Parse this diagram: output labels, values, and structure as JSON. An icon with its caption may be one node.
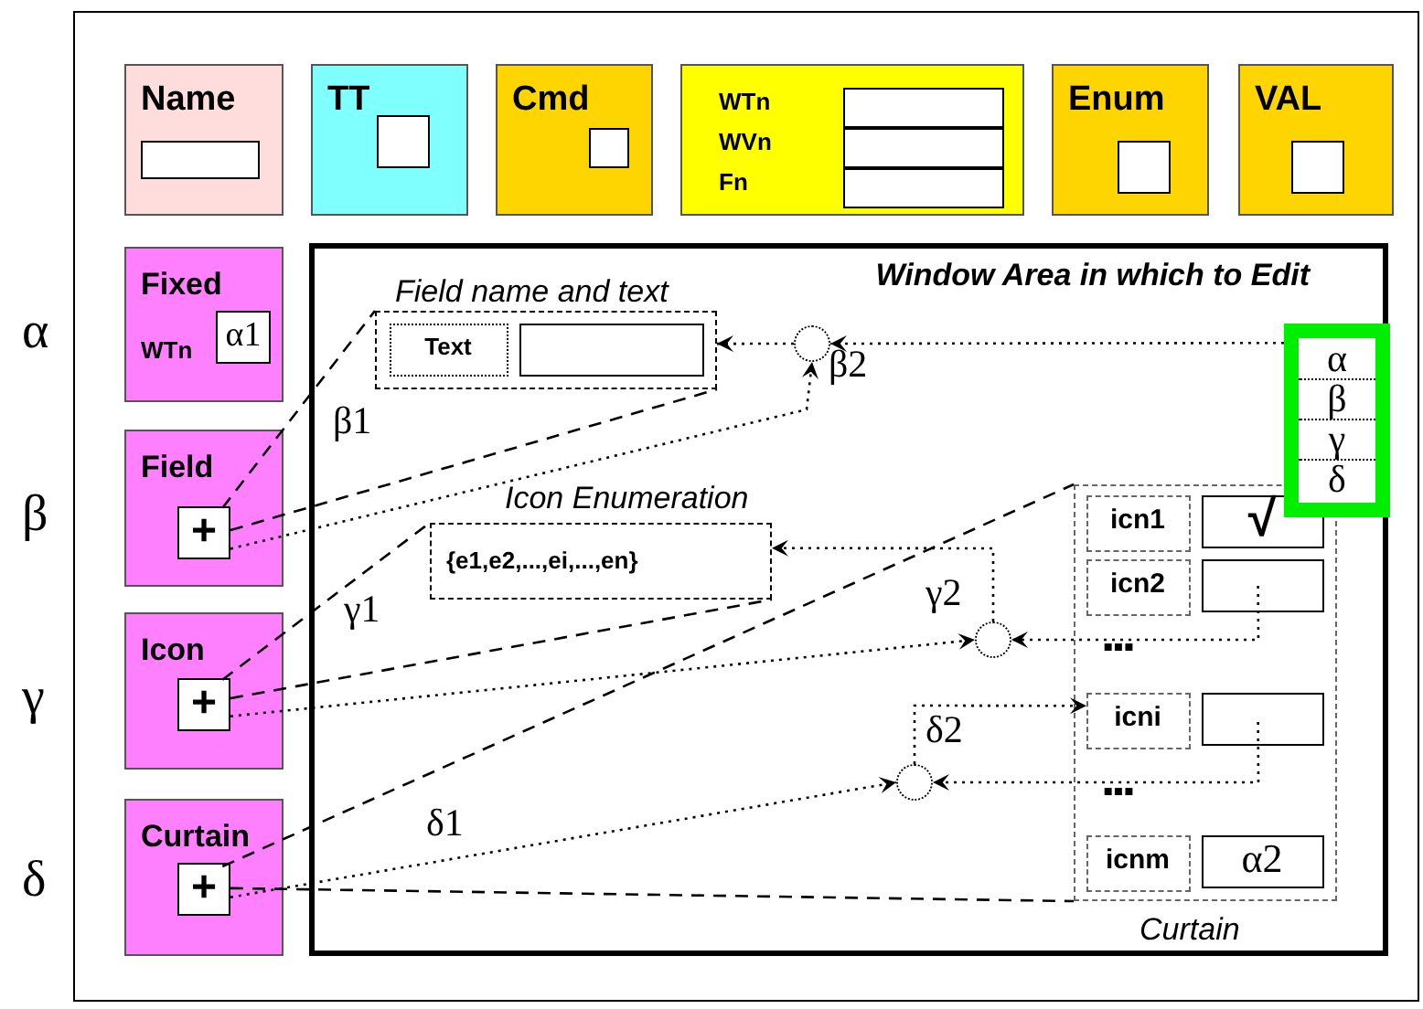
{
  "diagram": {
    "nodes": [
      {
        "text": [
          "Name"
        ]
      },
      {
        "text": [
          "TT"
        ]
      },
      {
        "text": [
          "Cmd"
        ]
      },
      {
        "text": [
          "WTn",
          "WVn",
          "Fn"
        ]
      },
      {
        "text": [
          "Enum"
        ]
      },
      {
        "text": [
          "VAL"
        ]
      },
      {
        "text": [
          "Fixed",
          "WTn"
        ]
      },
      {
        "text": [
          "α1"
        ],
        "in": 6
      },
      {
        "text": [
          "Field"
        ]
      },
      {
        "text": [
          "+"
        ],
        "in": 8
      },
      {
        "text": [
          "Icon"
        ]
      },
      {
        "text": [
          "+"
        ],
        "in": 10
      },
      {
        "text": [
          "Curtain"
        ]
      },
      {
        "text": [
          "+"
        ],
        "in": 12
      },
      {
        "text": [
          "Window Area in which to Edit"
        ]
      },
      {
        "text": [
          "Field name and text"
        ],
        "in": 14
      },
      {
        "text": [
          "Text"
        ],
        "in": 15
      },
      {
        "text": [],
        "shape": "box",
        "in": 15
      },
      {
        "text": [
          "Icon Enumeration",
          "{e1,e2,...,ei,...,en}"
        ],
        "in": 14
      },
      {
        "text": [],
        "shape": "circle",
        "beside": [
          "β2"
        ],
        "in": 14
      },
      {
        "text": [],
        "shape": "circle",
        "beside": [
          "γ2"
        ],
        "in": 14
      },
      {
        "text": [],
        "shape": "circle",
        "beside": [
          "δ2"
        ],
        "in": 14
      },
      {
        "text": [
          "Curtain"
        ],
        "in": 14
      },
      {
        "text": [
          "icn1"
        ],
        "in": 22
      },
      {
        "text": [
          "√"
        ],
        "in": 22
      },
      {
        "text": [
          "icn2"
        ],
        "in": 22
      },
      {
        "text": [],
        "shape": "box",
        "in": 22
      },
      {
        "text": [
          "icni"
        ],
        "in": 22
      },
      {
        "text": [],
        "shape": "box",
        "in": 22
      },
      {
        "text": [
          "icnm"
        ],
        "in": 22
      },
      {
        "text": [
          "α2"
        ],
        "in": 22
      },
      {
        "text": [
          "α",
          "β",
          "γ",
          "δ"
        ],
        "in": 14
      }
    ],
    "edges": [
      {
        "from": 9,
        "to": 15,
        "arrow": "none",
        "style": "dashed"
      },
      {
        "from": 9,
        "to": 15,
        "arrow": "none",
        "style": "dashed"
      },
      {
        "from": 11,
        "to": 18,
        "arrow": "none",
        "style": "dashed"
      },
      {
        "from": 11,
        "to": 18,
        "arrow": "none",
        "style": "dashed"
      },
      {
        "from": 13,
        "to": 22,
        "arrow": "none",
        "style": "dashed"
      },
      {
        "from": 13,
        "to": 22,
        "arrow": "none",
        "style": "dashed"
      },
      {
        "from": 9,
        "to": 19,
        "arrow": "to"
      },
      {
        "from": 31,
        "to": 19,
        "arrow": "to"
      },
      {
        "from": 19,
        "to": 15,
        "arrow": "to"
      },
      {
        "from": 11,
        "to": 20,
        "arrow": "to"
      },
      {
        "from": 26,
        "to": 20,
        "arrow": "to"
      },
      {
        "from": 20,
        "to": 18,
        "arrow": "to"
      },
      {
        "from": 13,
        "to": 21,
        "arrow": "to"
      },
      {
        "from": 28,
        "to": 21,
        "arrow": "to"
      },
      {
        "from": 21,
        "to": 27,
        "arrow": "to"
      }
    ],
    "labels": [
      "α",
      "β",
      "γ",
      "δ",
      "β1",
      "γ1",
      "δ1",
      "▪▪▪",
      "▪▪▪"
    ]
  }
}
